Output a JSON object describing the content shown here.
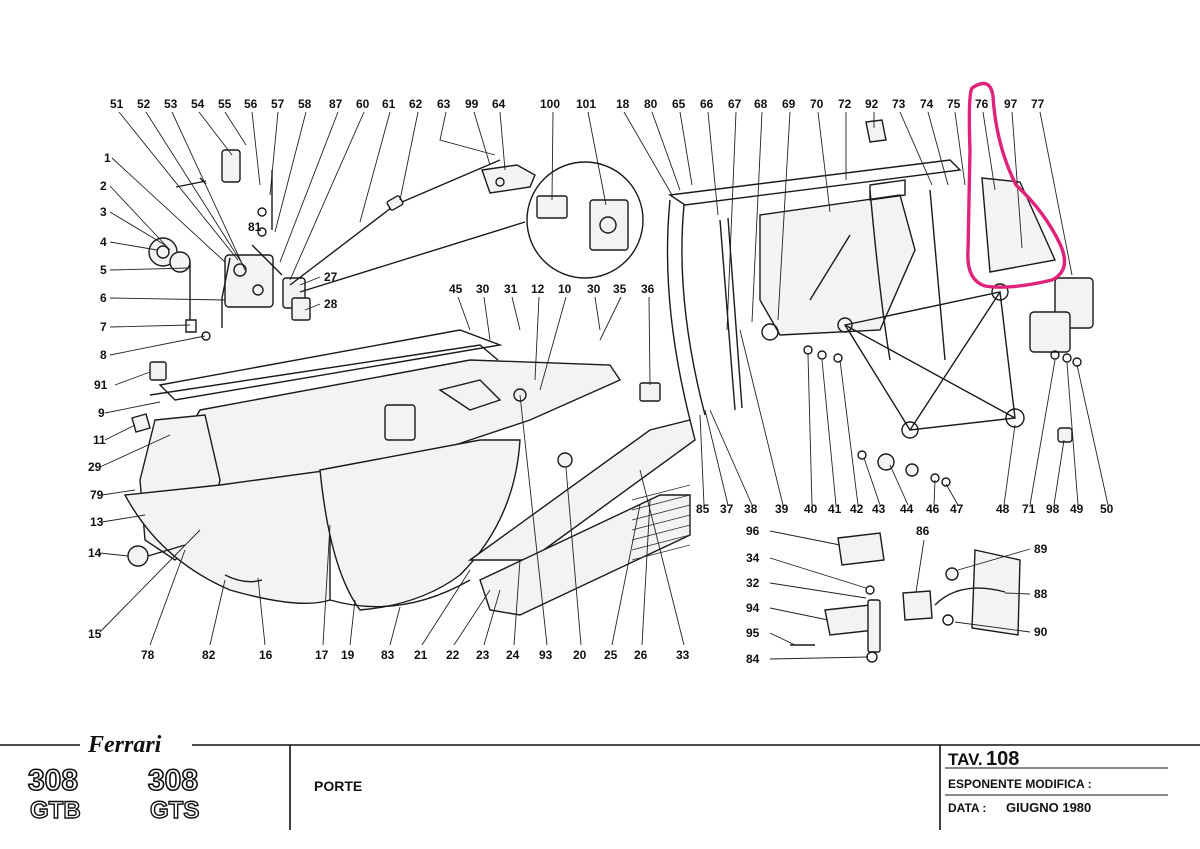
{
  "callouts": {
    "n51": "51",
    "n52": "52",
    "n53": "53",
    "n54": "54",
    "n55": "55",
    "n56": "56",
    "n57": "57",
    "n58": "58",
    "n87": "87",
    "n60": "60",
    "n61": "61",
    "n62": "62",
    "n63": "63",
    "n99": "99",
    "n64": "64",
    "n100": "100",
    "n101": "101",
    "n18": "18",
    "n80": "80",
    "n65": "65",
    "n66": "66",
    "n67": "67",
    "n68": "68",
    "n69": "69",
    "n70": "70",
    "n72": "72",
    "n92": "92",
    "n73": "73",
    "n74": "74",
    "n75": "75",
    "n76": "76",
    "n97": "97",
    "n77": "77",
    "n1": "1",
    "n2": "2",
    "n3": "3",
    "n4": "4",
    "n5": "5",
    "n6": "6",
    "n7": "7",
    "n8": "8",
    "n91": "91",
    "n9": "9",
    "n11": "11",
    "n29": "29",
    "n79": "79",
    "n13": "13",
    "n14": "14",
    "n15": "15",
    "n81": "81",
    "n27": "27",
    "n28": "28",
    "n45": "45",
    "n30a": "30",
    "n31": "31",
    "n12": "12",
    "n10": "10",
    "n30b": "30",
    "n35": "35",
    "n36": "36",
    "n78": "78",
    "n82": "82",
    "n16": "16",
    "n17": "17",
    "n19": "19",
    "n83": "83",
    "n21": "21",
    "n22": "22",
    "n23": "23",
    "n24": "24",
    "n93": "93",
    "n20": "20",
    "n25": "25",
    "n26": "26",
    "n33": "33",
    "n85": "85",
    "n37": "37",
    "n38": "38",
    "n39": "39",
    "n40": "40",
    "n41": "41",
    "n42": "42",
    "n43": "43",
    "n44": "44",
    "n46": "46",
    "n47": "47",
    "n48": "48",
    "n71": "71",
    "n98": "98",
    "n49": "49",
    "n50": "50",
    "n96": "96",
    "n34": "34",
    "n32": "32",
    "n94": "94",
    "n95": "95",
    "n84": "84",
    "n86": "86",
    "n89": "89",
    "n88": "88",
    "n90": "90"
  },
  "title_block": {
    "brand": "Ferrari",
    "model_1": "308",
    "model_1_sub": "GTB",
    "model_2": "308",
    "model_2_sub": "GTS",
    "section": "PORTE",
    "table_label": "TAV.",
    "table_number": "108",
    "modification_label": "ESPONENTE MODIFICA :",
    "date_label": "DATA :",
    "date_value": "GIUGNO 1980"
  },
  "highlight": {
    "color": "#e0237a",
    "target_part": "76"
  }
}
